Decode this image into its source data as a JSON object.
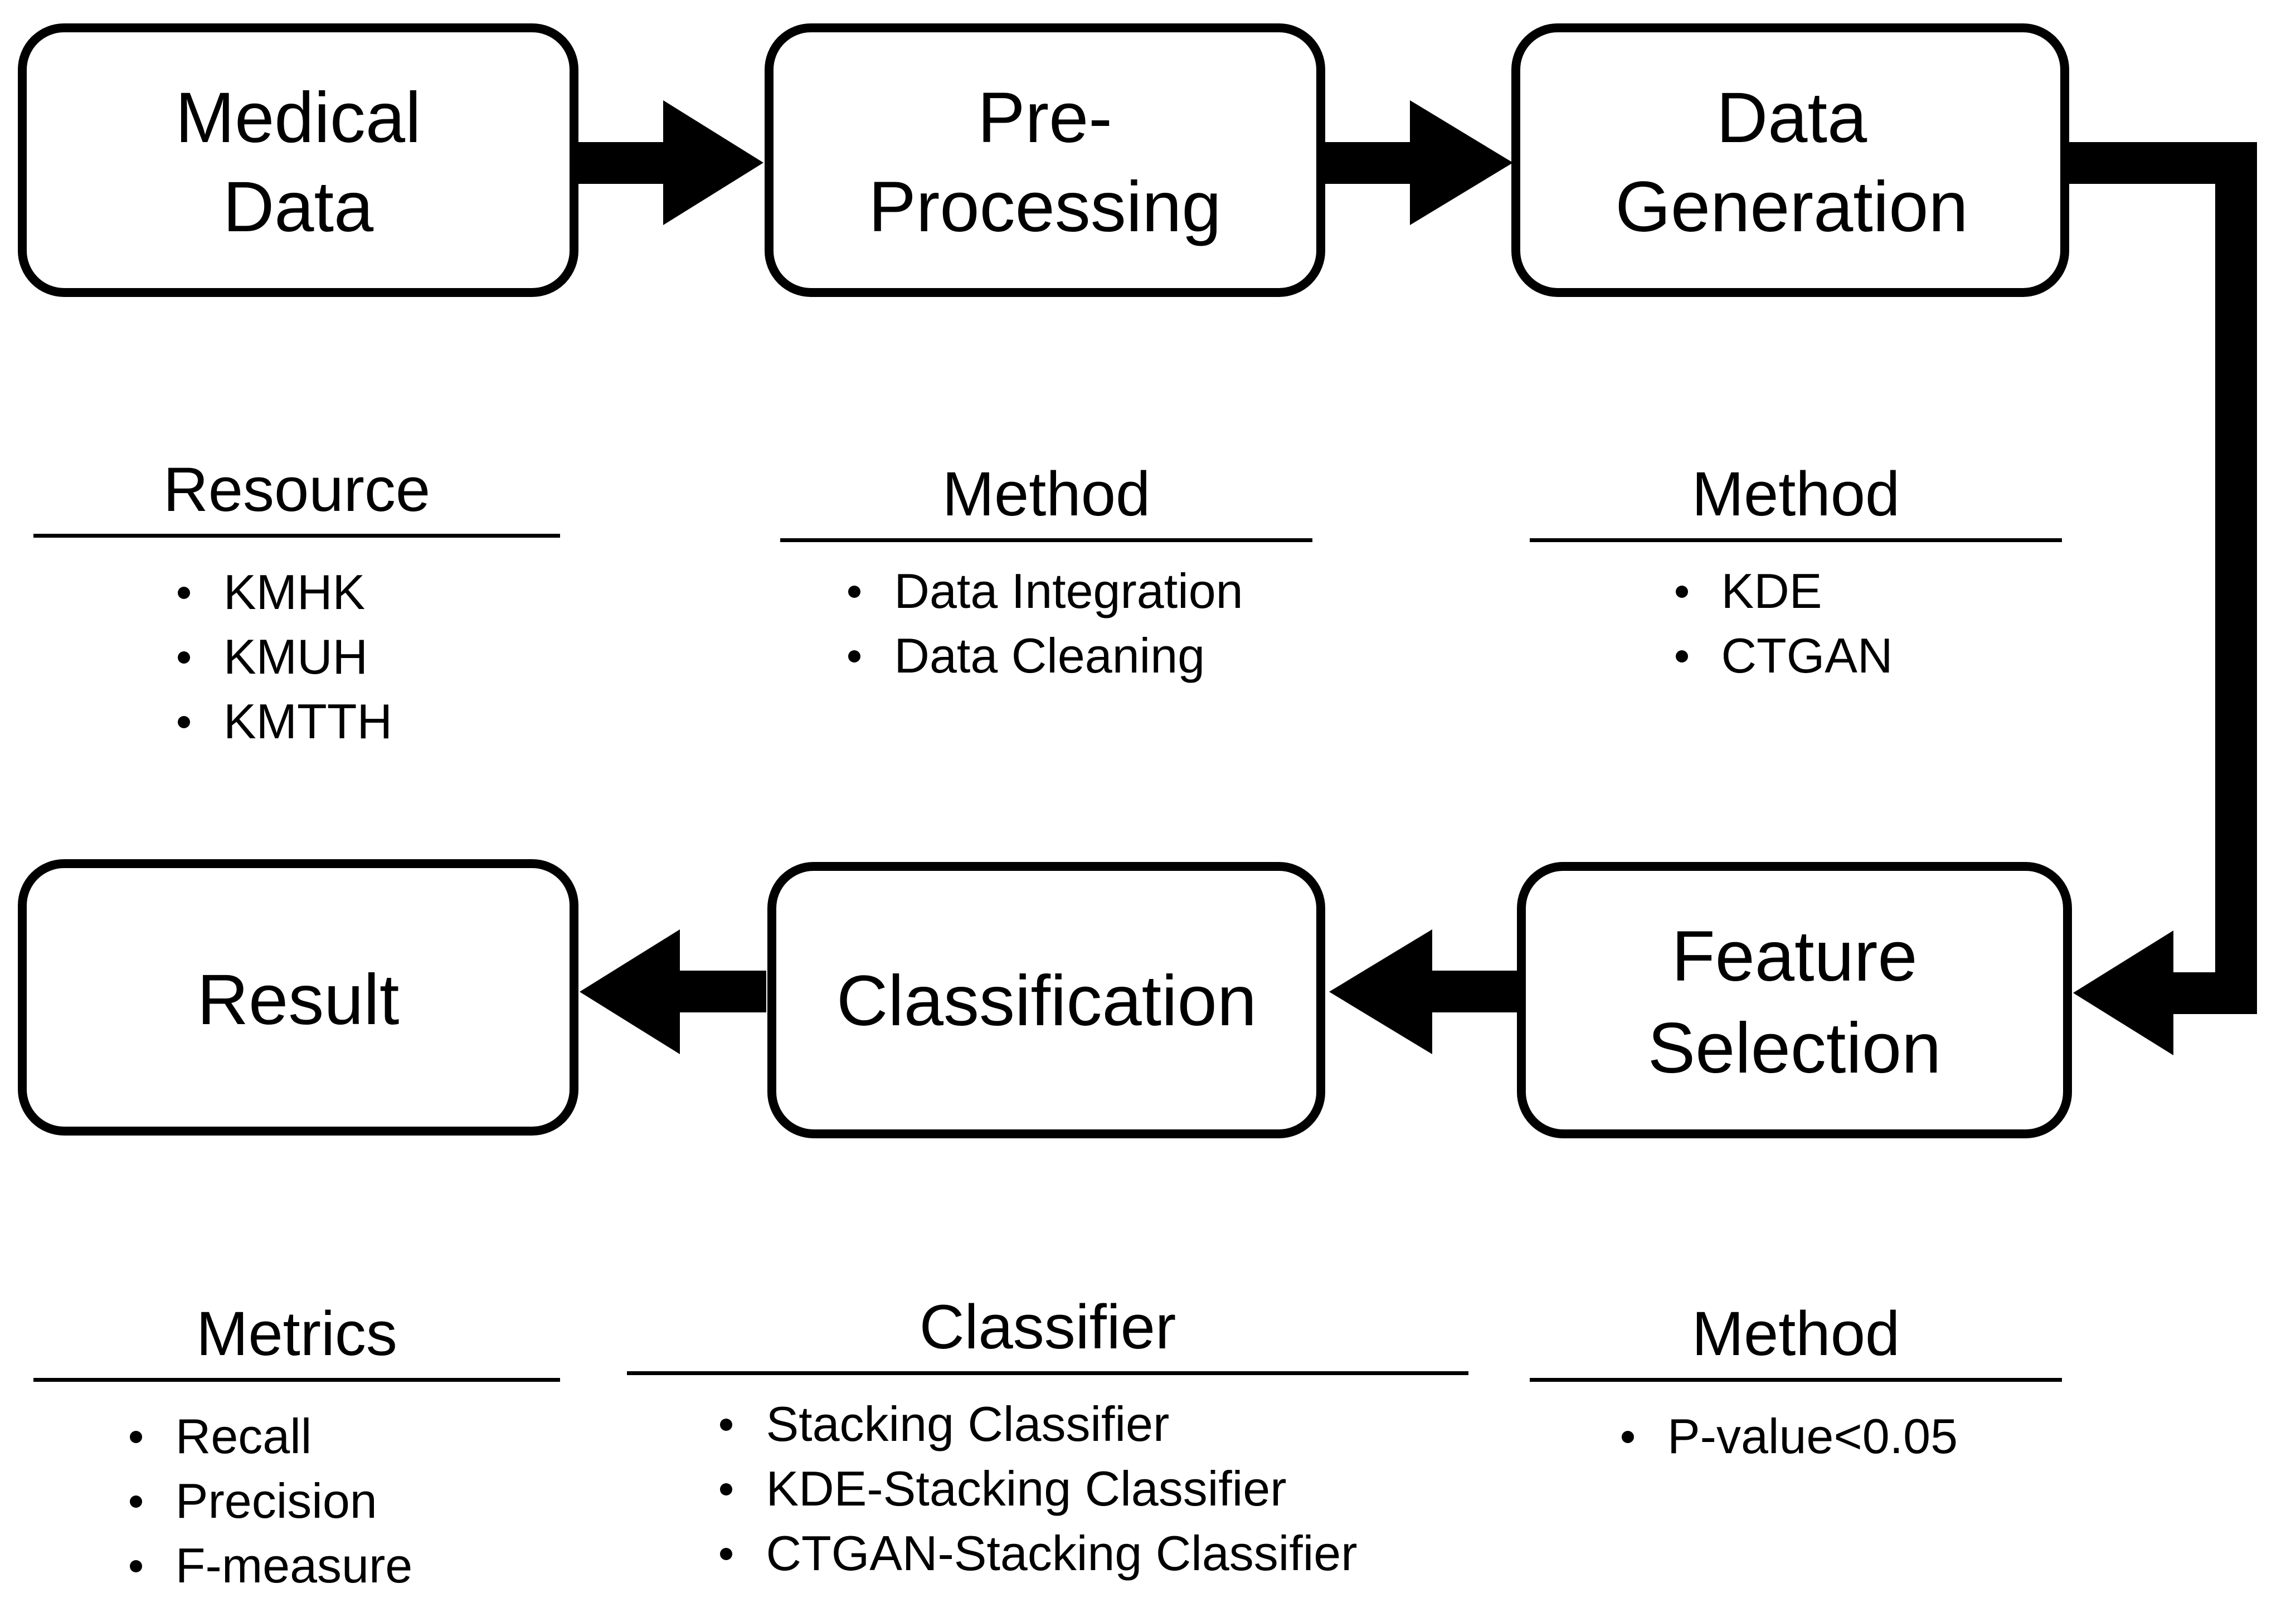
{
  "steps": {
    "medical_data": {
      "lines": [
        "Medical",
        "Data"
      ]
    },
    "pre_processing": {
      "lines": [
        "Pre-",
        "Processing"
      ]
    },
    "data_generation": {
      "lines": [
        "Data",
        "Generation"
      ]
    },
    "feature_selection": {
      "lines": [
        "Feature",
        "Selection"
      ]
    },
    "classification": {
      "lines": [
        "Classification"
      ]
    },
    "result": {
      "lines": [
        "Result"
      ]
    }
  },
  "sections": {
    "resource": {
      "heading": "Resource",
      "items": [
        "KMHK",
        "KMUH",
        "KMTTH"
      ]
    },
    "preprocessing_method": {
      "heading": "Method",
      "items": [
        "Data Integration",
        "Data Cleaning"
      ]
    },
    "generation_method": {
      "heading": "Method",
      "items": [
        "KDE",
        "CTGAN"
      ]
    },
    "metrics": {
      "heading": "Metrics",
      "items": [
        "Recall",
        "Precision",
        "F-measure"
      ]
    },
    "classifier": {
      "heading": "Classifier",
      "items": [
        "Stacking Classifier",
        "KDE-Stacking Classifier",
        "CTGAN-Stacking Classifier"
      ]
    },
    "selection_method": {
      "heading": "Method",
      "items": [
        "P-value<0.05"
      ]
    }
  }
}
